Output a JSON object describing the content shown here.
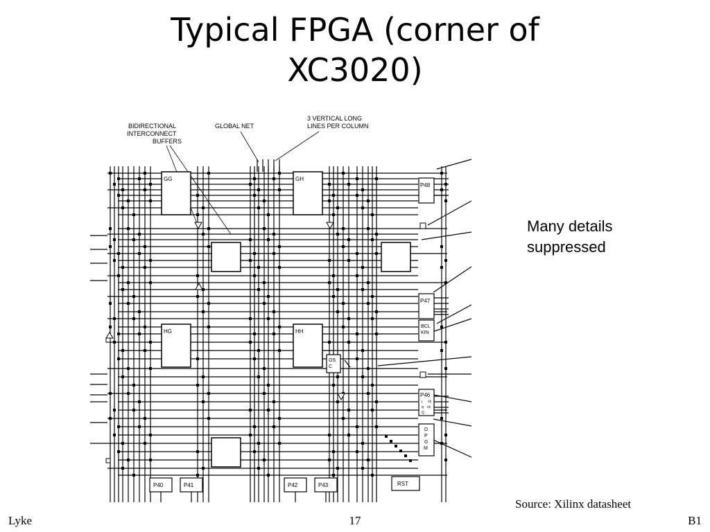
{
  "slide": {
    "title_line1": "Typical FPGA (corner of",
    "title_line2": "XC3020)",
    "note_line1": "Many details",
    "note_line2": "suppressed",
    "source": "Source: Xilinx datasheet",
    "footer_left": "Lyke",
    "footer_center": "17",
    "footer_right": "B1"
  },
  "diagram": {
    "annotations": {
      "buffers": [
        "BIDIRECTIONAL",
        "INTERCONNECT",
        "BUFFERS"
      ],
      "global_net": "GLOBAL NET",
      "long_lines": [
        "3 VERTICAL LONG",
        "LINES PER COLUMN"
      ]
    },
    "clbs": [
      {
        "label": "GG"
      },
      {
        "label": "GH"
      },
      {
        "label": "HG"
      },
      {
        "label": "HH"
      }
    ],
    "pads": [
      {
        "label": "P48"
      },
      {
        "label": "P47"
      },
      {
        "label": "P46"
      },
      {
        "label": "P40"
      },
      {
        "label": "P41"
      },
      {
        "label": "P42"
      },
      {
        "label": "P43"
      },
      {
        "label": "RST"
      }
    ],
    "special_blocks": {
      "bclkin": [
        "BCL",
        "KIN"
      ],
      "osc": [
        "OS",
        "C"
      ],
      "dpgm": [
        "D",
        "P",
        "G",
        "M"
      ],
      "p46_pins": [
        "I",
        "ck",
        "q",
        "ck",
        "Q"
      ]
    }
  }
}
